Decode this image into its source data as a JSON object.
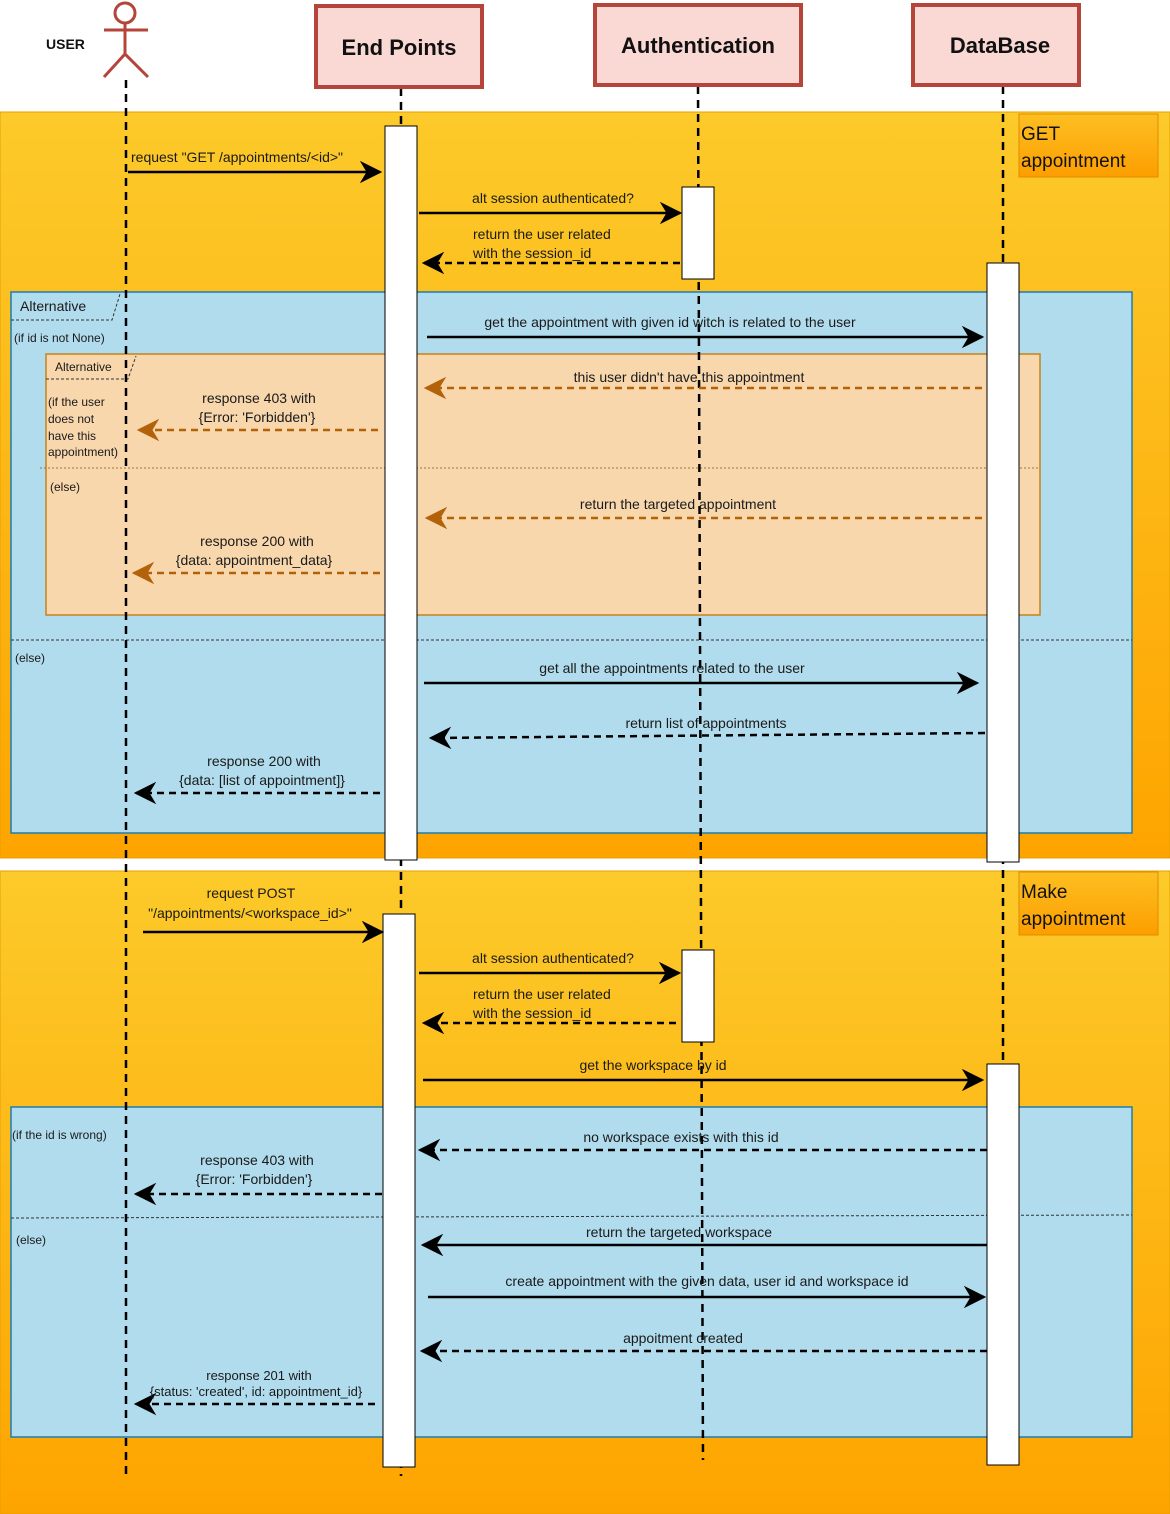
{
  "actors": {
    "user": "USER",
    "endpoints": "End Points",
    "auth": "Authentication",
    "db": "DataBase"
  },
  "sections": {
    "get_title": [
      "GET",
      "appointment"
    ],
    "make_title": [
      "Make",
      "appointment"
    ]
  },
  "get": {
    "req": "request \"GET /appointments/<id>\"",
    "auth_q": "alt session authenticated?",
    "auth_ret": [
      "return the user related",
      "with the session_id"
    ],
    "alt_label": "Alternative",
    "cond_id": "(if id is not None)",
    "get_appt": "get the appointment with given id witch is related to the user",
    "inner_alt_label": "Alternative",
    "no_appt": "this user didn't have this appointment",
    "cond_user": [
      "(if the user",
      "does not",
      "have this",
      "appointment)"
    ],
    "r403": [
      "response 403 with",
      "{Error: 'Forbidden'}"
    ],
    "inner_else": "(else)",
    "ret_target": "return the targeted appointment",
    "r200": [
      "response 200 with",
      "{data: appointment_data}"
    ],
    "outer_else": "(else)",
    "get_all": "get all the appointments related to the user",
    "ret_list": "return list of appointments",
    "r200_list": [
      "response 200 with",
      "{data: [list of appointment]}"
    ]
  },
  "make": {
    "req": [
      "request POST",
      "\"/appointments/<workspace_id>\""
    ],
    "auth_q": "alt session authenticated?",
    "auth_ret": [
      "return the user related",
      "with the session_id"
    ],
    "get_ws": "get the workspace by id",
    "cond_wrong": "(if the id is wrong)",
    "no_ws": "no workspace exists with this id",
    "r403": [
      "response 403 with",
      "{Error: 'Forbidden'}"
    ],
    "else": "(else)",
    "ret_ws": "return the targeted workspace",
    "create": "create appointment with the given data, user id and workspace id",
    "created": "appoitment created",
    "r201": [
      "response 201 with",
      "{status: 'created', id: appointment_id}"
    ]
  }
}
